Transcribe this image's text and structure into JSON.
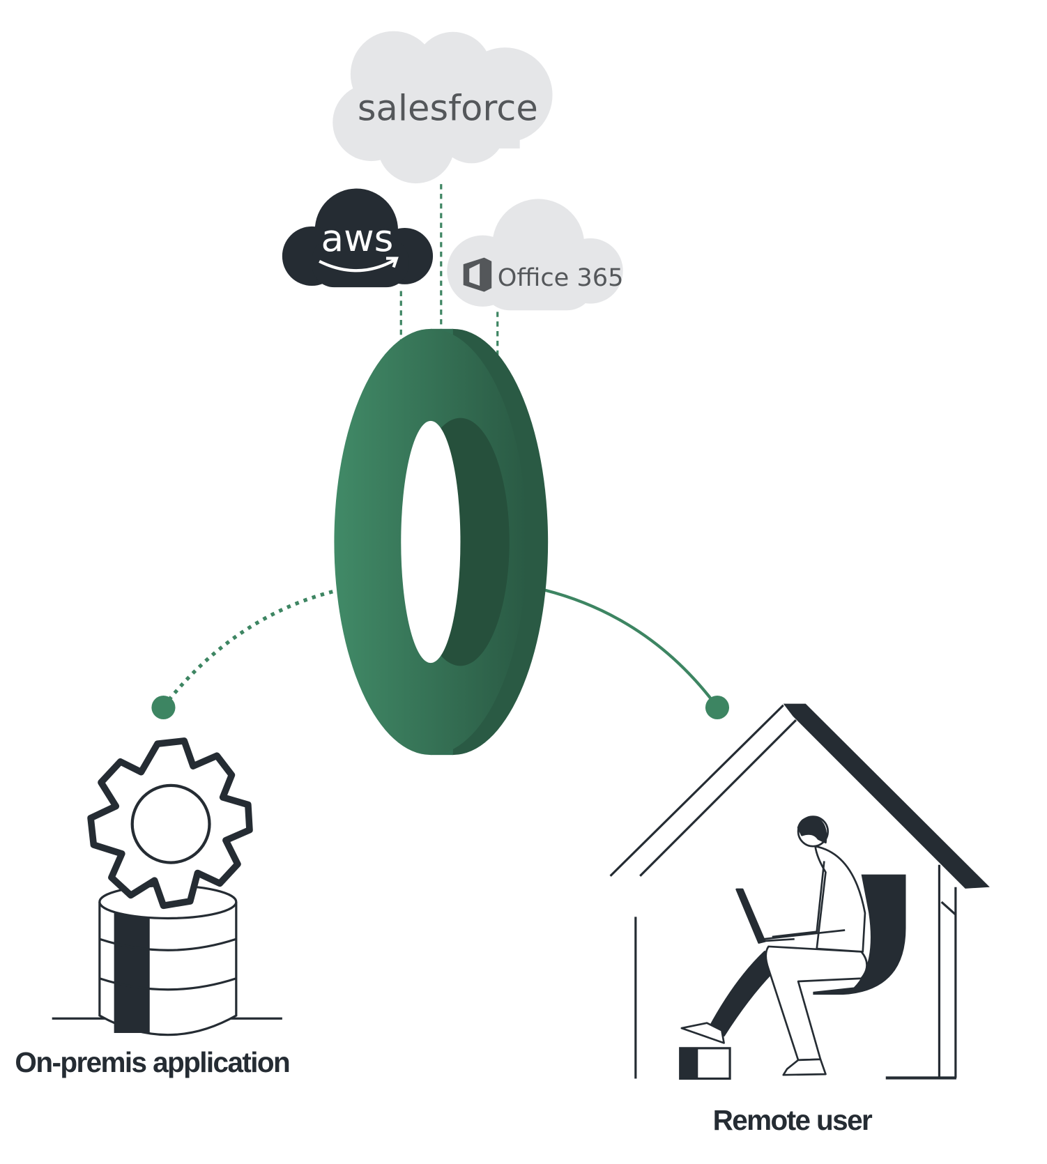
{
  "clouds": {
    "salesforce": {
      "label": "salesforce",
      "color": "#e5e6e8",
      "text_color": "#54575a"
    },
    "aws": {
      "label": "aws",
      "color": "#252c33",
      "text_color": "#ffffff"
    },
    "office365": {
      "label": "Office 365",
      "color": "#e5e6e8",
      "text_color": "#54575a"
    }
  },
  "hub": {
    "color_light": "#3f8765",
    "color_dark": "#26503c"
  },
  "nodes": {
    "on_premis": {
      "label": "On-premis application",
      "connection": "dotted"
    },
    "remote_user": {
      "label": "Remote user",
      "connection": "solid"
    }
  },
  "colors": {
    "accent": "#3d8562",
    "ink": "#252c33"
  }
}
